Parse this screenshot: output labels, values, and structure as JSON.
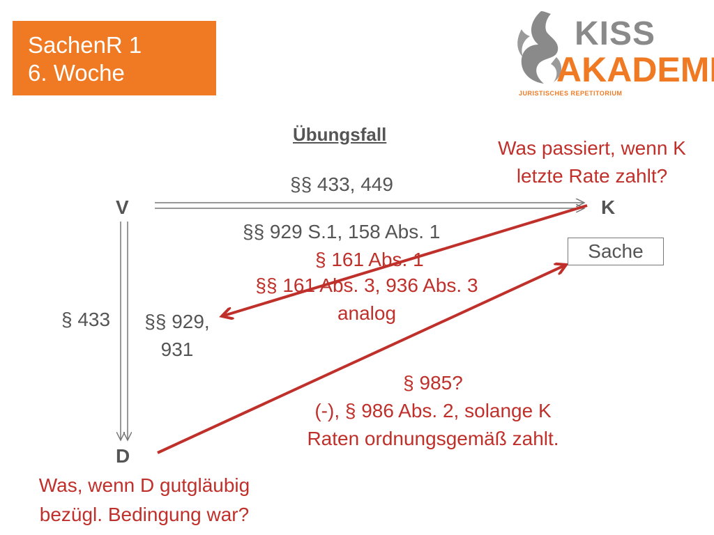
{
  "slide": {
    "title_line1": "SachenR 1",
    "title_line2": "6. Woche",
    "heading": "Übungsfall"
  },
  "logo": {
    "brand_top": "KISS",
    "brand_bottom": "AKADEMIE",
    "tagline": "JURISTISCHES REPETITORIUM",
    "icon": "phoenix-flame-icon"
  },
  "diagram": {
    "node_v": "V",
    "node_k": "K",
    "node_d": "D",
    "sache": "Sache",
    "vk_top": "§§ 433, 449",
    "vk_bottom": "§§ 929 S.1, 158 Abs. 1",
    "vk_condition": "§ 161 Abs. 1",
    "vd_left": "§ 433",
    "vd_right_line1": "§§ 929,",
    "vd_right_line2": "931",
    "red_mid_line1": "§§ 161 Abs. 3, 936 Abs. 3",
    "red_mid_line2": "analog",
    "red_bottom_line1": "§ 985?",
    "red_bottom_line2": "(-), § 986 Abs. 2, solange K",
    "red_bottom_line3": "Raten ordnungsgemäß zahlt.",
    "question_k_line1": "Was passiert, wenn K",
    "question_k_line2": "letzte Rate zahlt?",
    "question_d_line1": "Was, wenn D gutgläubig",
    "question_d_line2": "bezügl. Bedingung war?"
  },
  "colors": {
    "accent_orange": "#f07a23",
    "annotation_red": "#c0302b",
    "text_gray": "#555555"
  }
}
